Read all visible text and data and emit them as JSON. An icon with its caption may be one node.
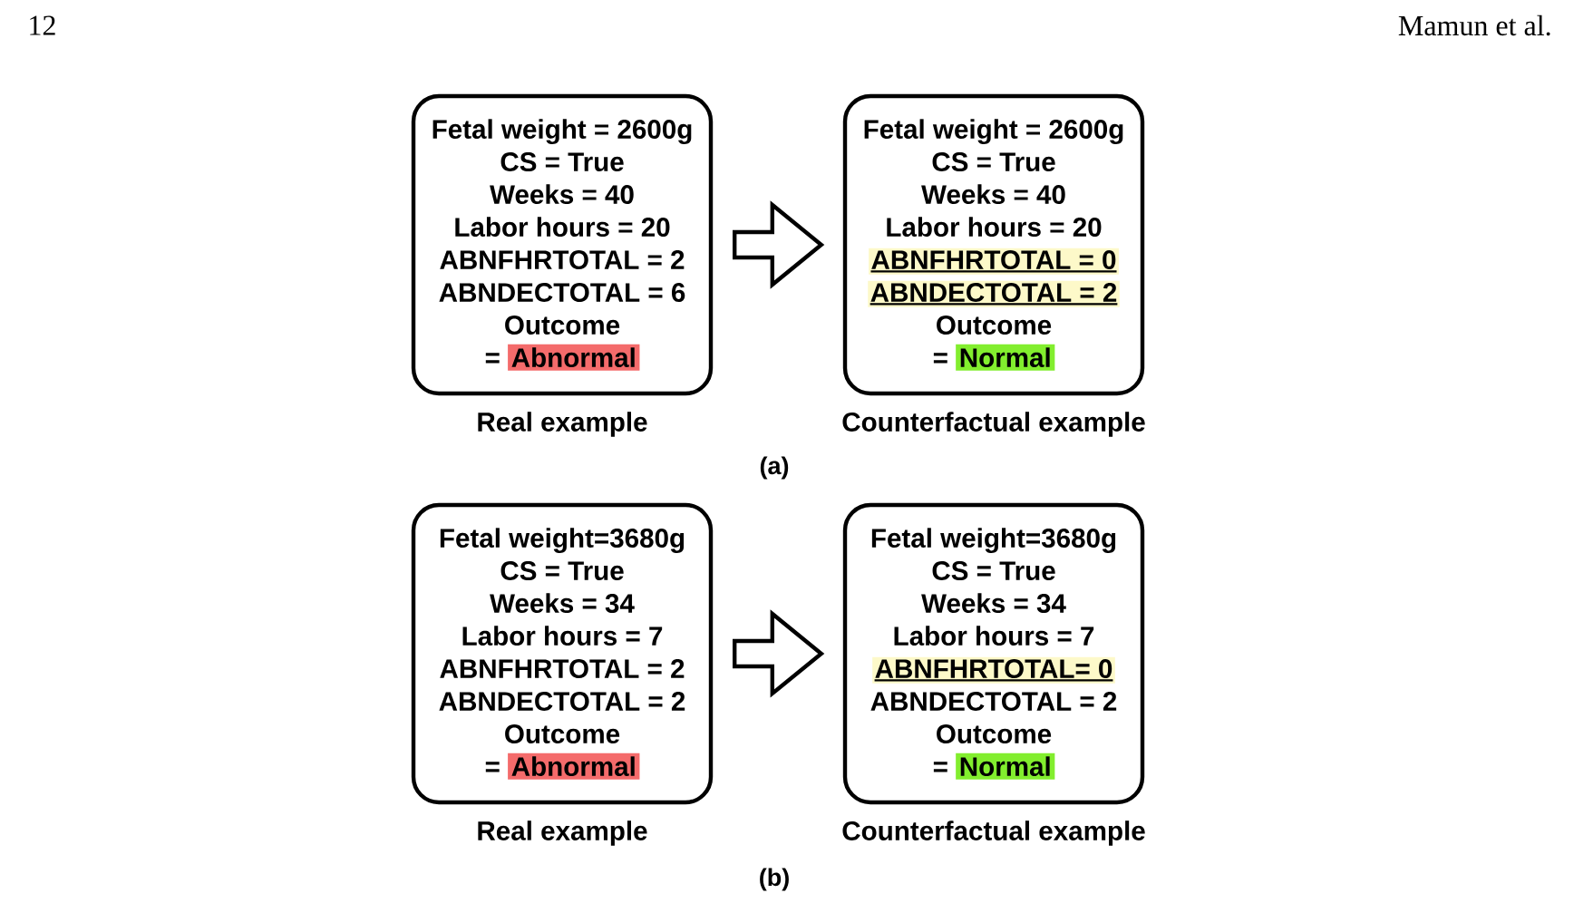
{
  "diagram": {
    "nodes": [
      {
        "text": [
          "Fetal weight = 2600g",
          "CS = True",
          "Weeks = 40",
          "Labor hours = 20",
          "ABNFHRTOTAL = 2",
          "ABNDECTOTAL = 6",
          "Outcome",
          "=",
          "Abnormal"
        ],
        "beside": [
          "Real example"
        ]
      },
      {
        "text": [
          "Fetal weight = 2600g",
          "CS = True",
          "Weeks = 40",
          "Labor hours = 20",
          "ABNFHRTOTAL = 0",
          "ABNDECTOTAL = 2",
          "Outcome",
          "=",
          "Normal"
        ],
        "beside": [
          "Counterfactual example"
        ]
      },
      {
        "text": [
          "Fetal weight=3680g",
          "CS = True",
          "Weeks = 34",
          "Labor hours = 7",
          "ABNFHRTOTAL = 2",
          "ABNDECTOTAL = 2",
          "Outcome",
          "=",
          "Abnormal"
        ],
        "beside": [
          "Real example"
        ]
      },
      {
        "text": [
          "Fetal weight=3680g",
          "CS = True",
          "Weeks = 34",
          "Labor hours = 7",
          "ABNFHRTOTAL= 0",
          "ABNDECTOTAL = 2",
          "Outcome",
          "=",
          "Normal"
        ],
        "beside": [
          "Counterfactual example"
        ]
      }
    ],
    "edges": [
      {
        "from": 0,
        "to": 1,
        "arrow": "to"
      },
      {
        "from": 2,
        "to": 3,
        "arrow": "to"
      }
    ],
    "labels": [
      "12",
      "Mamun et al.",
      "(a)",
      "(b)"
    ]
  }
}
